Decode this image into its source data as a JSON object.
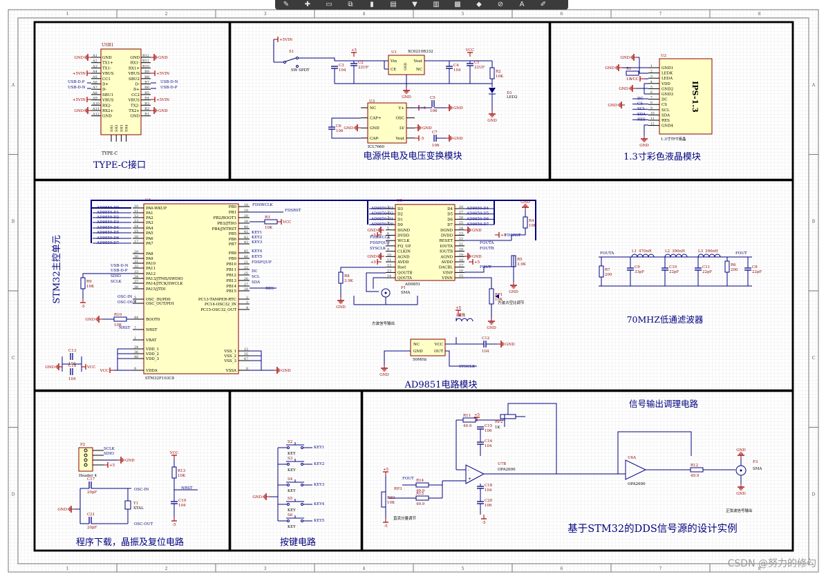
{
  "toolbar": {
    "icons": [
      "pen-icon",
      "plus-icon",
      "select-icon",
      "copy-icon",
      "bar-chart-icon",
      "text-frame-icon",
      "fill-icon",
      "chart-icon",
      "image-icon",
      "shape-icon",
      "stop-icon",
      "text-icon",
      "pencil-icon"
    ],
    "glyphs": [
      "✎",
      "✚",
      "▭",
      "⧉",
      "▮",
      "▤",
      "▼",
      "▥",
      "▩",
      "◆",
      "⊘",
      "A",
      "✐"
    ]
  },
  "ruler": {
    "cols": [
      "1",
      "2",
      "3",
      "4",
      "5",
      "6",
      "7",
      "8"
    ],
    "rows": [
      "A",
      "B",
      "C",
      "D"
    ]
  },
  "sections": {
    "typec": "TYPE-C接口",
    "power": "电源供电及电压变换模块",
    "lcd": "1.3寸彩色液晶模块",
    "mcu": "STM32主控单元",
    "filter": "70MHZ低通滤波器",
    "ad9851": "AD9851电路模块",
    "program": "程序下载，晶振及复位电路",
    "keys": "按键电路",
    "output": "信号输出调理电路",
    "project": "基于STM32的DDS信号源的设计实例"
  },
  "parts": {
    "usb1": "USB1",
    "typec_ref": "TYPE-C",
    "typec_left": [
      "GND",
      "TX1+",
      "TX1-",
      "VBUS",
      "CC1",
      "D+",
      "D-",
      "SBU1",
      "VBUS",
      "RX2-",
      "RX2+",
      "GND"
    ],
    "typec_left_pins": [
      "A1",
      "A2",
      "A3",
      "A4",
      "A5",
      "A6",
      "A7",
      "A8",
      "A9",
      "A10",
      "A11",
      "A12"
    ],
    "typec_right": [
      "GND",
      "RX1-",
      "RX1+",
      "VBUS",
      "SBU2",
      "D-",
      "D+",
      "CC2",
      "VBUS",
      "TX2-",
      "TX2+",
      "GND"
    ],
    "typec_right_pins": [
      "B12",
      "B11",
      "B10",
      "B9",
      "B8",
      "B7",
      "B6",
      "B5",
      "B4",
      "B3",
      "B2",
      "B1"
    ],
    "typec_bottom": [
      "SH1",
      "SH2",
      "SH3",
      "SH4"
    ],
    "typec_nets": {
      "gnd": "GND",
      "vin": "+5VIN",
      "dn": "USB-D-N",
      "dp": "USB-D-P"
    },
    "sw": "S1",
    "sw_type": "SW SPDT",
    "sw_net": "+5VIN",
    "u1": "U1",
    "u1_ref": "XC6210B332",
    "u1_pins": [
      "Vin",
      "CE",
      "GND",
      "Vout",
      "NC"
    ],
    "c3": "C3",
    "c3_val": "104",
    "c2": "C2",
    "c2_val": "22UF",
    "c4": "C4",
    "c4_val": "104",
    "c1": "C1",
    "c1_val": "22UF",
    "r2": "R2",
    "r2_val": "10K",
    "d1": "D1",
    "d1_val": "LED2",
    "vcc": "VCC",
    "v5": "+5",
    "neg5": "-5",
    "gnd": "GND",
    "u3": "U3",
    "u3_ref": "ICL7660",
    "u3_left": [
      "NC",
      "CAP+",
      "GND",
      "CAP-"
    ],
    "u3_right": [
      "V+",
      "OSC",
      "LV",
      "Vout"
    ],
    "c5": "C5",
    "c5_val": "106",
    "c6": "C6",
    "c6_val": "106",
    "c7": "C7",
    "c7_val": "106",
    "u2": "U2",
    "u2_ref": "1.3寸TFT液晶",
    "lcd_title": "IPS-1.3",
    "lcd_pins": [
      "GND1",
      "LEDK",
      "LEDA",
      "VDD",
      "GND2",
      "GND3",
      "DC",
      "CS",
      "SCL",
      "SDA",
      "RES",
      "GND4"
    ],
    "lcd_nums": [
      "1",
      "2",
      "3",
      "4",
      "5",
      "6",
      "7",
      "8",
      "9",
      "10",
      "11",
      "12"
    ],
    "r1": "R1",
    "r1_val": "10",
    "lcd_nets": [
      "DC",
      "CS",
      "SCL",
      "SDA",
      "RES"
    ],
    "u4": "U4",
    "u4_ref": "STM32F103C8",
    "u4_left": [
      "PA0-WKUP",
      "PA1",
      "PA2",
      "PA3",
      "PA4",
      "PA5",
      "PA6",
      "PA7",
      "PA8",
      "PA9",
      "PA10",
      "PA11",
      "PA12",
      "PA13/JTMS/SWDIO",
      "PA14/JTCK/SWCLK",
      "PA15/JTDI",
      "OSC_IN/PD0",
      "OSC_OUT/PD1",
      "BOOT0",
      "NRST",
      "VBAT",
      "VDD_1",
      "VDD_2",
      "VDD_3",
      "VDDA"
    ],
    "u4_left_pins": [
      "10",
      "11",
      "12",
      "13",
      "14",
      "15",
      "16",
      "17",
      "29",
      "30",
      "31",
      "32",
      "33",
      "34",
      "37",
      "38",
      "5",
      "6",
      "44",
      "7",
      "1",
      "24",
      "36",
      "48",
      "9"
    ],
    "u4_right": [
      "PB0",
      "PB1",
      "PB2/BOOT1",
      "PB3/JTDO",
      "PB4/JNTRST",
      "PB5",
      "PB6",
      "PB7",
      "PB8",
      "PB9",
      "PB10",
      "PB11",
      "PB12",
      "PB13",
      "PB14",
      "PB15",
      "PC13-TAMPER-RTC",
      "PC14-OSC32_IN",
      "PC15-OSC32_OUT",
      "VSS_1",
      "VSS_2",
      "VSS_3",
      "VSSA"
    ],
    "u4_right_pins": [
      "18",
      "19",
      "20",
      "39",
      "40",
      "41",
      "42",
      "43",
      "45",
      "46",
      "21",
      "22",
      "25",
      "26",
      "27",
      "28",
      "2",
      "3",
      "4",
      "23",
      "35",
      "47",
      "8"
    ],
    "mcu_left_nets": [
      "AD9850-D0",
      "AD9850-D1",
      "AD9850-D2",
      "AD9850-D3",
      "AD9850-D4",
      "AD9850-D5",
      "AD9850-D6",
      "AD9850-D7",
      "USB-D-N",
      "USB-D-P",
      "SDIO",
      "SCLK",
      "OSC-IN",
      "OSC-OUT",
      "NRST"
    ],
    "mcu_right_nets": [
      "FDSWCLK",
      "FDSRST",
      "KEY1",
      "KEY2",
      "KEY3",
      "KEY4",
      "KEY5",
      "FDSFQUP",
      "DC",
      "SCL",
      "SDA",
      "RES"
    ],
    "r3": "R3",
    "r3_val": "10K",
    "r9": "R9",
    "r9_val": "10K",
    "r10": "R10",
    "r10_val": "10K",
    "c13": "C13",
    "c13_val": "104",
    "c14": "C14",
    "c14_val": "104",
    "u5": "U5",
    "u5_ref": "AD9851",
    "u5_left": [
      "D3",
      "D2",
      "D1",
      "D0",
      "DGND",
      "DVDD",
      "WCLK",
      "FQ_UP",
      "CLKIN",
      "AGND",
      "AVDD",
      "Rset",
      "QOUTB",
      "QOUTA"
    ],
    "u5_left_pins": [
      "1",
      "2",
      "3",
      "4",
      "5",
      "6",
      "7",
      "8",
      "9",
      "10",
      "11",
      "12",
      "13",
      "14"
    ],
    "u5_right": [
      "D4",
      "D5",
      "D6",
      "D7",
      "DGND",
      "DVDD",
      "RESET",
      "IOUTA",
      "IOUTB",
      "AGND",
      "AVDD",
      "DACBL",
      "VINP",
      "VINN"
    ],
    "u5_right_pins": [
      "28",
      "27",
      "26",
      "25",
      "24",
      "23",
      "22",
      "21",
      "20",
      "19",
      "18",
      "17",
      "16",
      "15"
    ],
    "u5_left_nets": [
      "AD9850-D3",
      "AD9850-D2",
      "AD9850-D1",
      "AD9850-D0",
      "FDSWCLK",
      "FDSFQUP",
      "SYSCLK"
    ],
    "u5_right_nets": [
      "AD9850-D4",
      "AD9850-D5",
      "AD9850-D6",
      "AD9850-D7",
      "FDSRST",
      "FOUTA",
      "FOUTB",
      "FOUT"
    ],
    "r4": "R4",
    "r4_val": "10K",
    "r5": "R5",
    "r5_val": "3.9K",
    "r8": "R8",
    "r8_val": "3.9K",
    "rp1": "RP1",
    "rp1_val": "10K",
    "rp1_note": "方波占空比调节",
    "p1": "P1",
    "p1_val": "SMA",
    "p1_note": "方波信号输出",
    "l4": "L4",
    "l4_val": "磁珠",
    "u6": "U6",
    "u6_ref": "50MHz",
    "u6_pins": [
      "NC",
      "GND",
      "VCC",
      "OUT"
    ],
    "c12": "C12",
    "c12_val": "104",
    "sysclk": "SYSCLK",
    "l1": "L1",
    "l1_val": "470nH",
    "l2": "L2",
    "l2_val": "390nH",
    "l3": "L3",
    "l3_val": "390nH",
    "c9": "C9",
    "c9_val": "33pF",
    "c10": "C10",
    "c10_val": "22pF",
    "c11": "C11",
    "c11_val": "22pF",
    "c8": "C8",
    "c8_val": "22pF",
    "r7": "R7",
    "r7_val": "200",
    "r6": "R6",
    "r6_val": "200",
    "fouta": "FOUTA",
    "fout": "FOUT",
    "p2": "P2",
    "p2_ref": "Header 4",
    "p2_nets": [
      "SCLK",
      "SDIO"
    ],
    "y1": "Y1",
    "y1_val": "XTAL",
    "c17": "C17",
    "c17_val": "20pF",
    "c21": "C21",
    "c21_val": "20pF",
    "r13": "R13",
    "r13_val": "10K",
    "c19": "C19",
    "c19_val": "104",
    "osc_in": "OSC-IN",
    "osc_out": "OSC-OUT",
    "nrst": "NRST",
    "key_refs": [
      "S2",
      "S3",
      "S4",
      "S5",
      "S6"
    ],
    "key_type": "KEY",
    "key_nets": [
      "KEY1",
      "KEY2",
      "KEY3",
      "KEY4",
      "KEY5"
    ],
    "r11": "R11",
    "r11_val": "49.9",
    "c15": "C15",
    "c15_val": "106",
    "c16": "C16",
    "c16_val": "104",
    "rp2": "RP2",
    "rp2_val": "1K",
    "u7b": "U7B",
    "u7b_ref": "OPA2690",
    "r14": "R14",
    "r14_val": "49.9",
    "r15": "R15",
    "r15_val": "49.9",
    "rp3": "RP3",
    "rp3_val": "10K",
    "rp3_note": "直流分量调节",
    "c18": "C18",
    "c18_val": "104",
    "c20": "C20",
    "c20_val": "106",
    "u6a": "U6A",
    "u6a_ref": "OPA2690",
    "r12": "R12",
    "r12_val": "49.9",
    "p3": "P3",
    "p3_val": "SMA",
    "p3_note": "正弦波信号输出"
  },
  "watermark": "CSDN @努力的修勾",
  "colors": {
    "frame": "#000000",
    "body": "#ffffc6",
    "part": "#8b0000",
    "net": "#000080",
    "wire": "#000080",
    "title": "#000080",
    "power": "#a00000",
    "grid": "#d8d8d8",
    "ruler": "#555555"
  }
}
